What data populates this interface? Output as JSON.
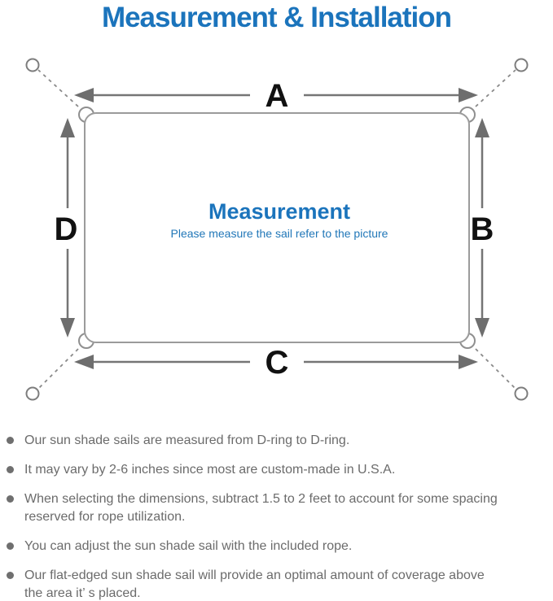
{
  "title": "Measurement & Installation",
  "colors": {
    "accent_blue": "#1B74BC",
    "outline_gray": "#9B9B9B",
    "arrow_gray": "#757575",
    "note_text_gray": "#6B6B6B"
  },
  "diagram": {
    "heading": "Measurement",
    "subheading": "Please measure the sail refer to the picture",
    "labels": {
      "top": "A",
      "right": "B",
      "bottom": "C",
      "left": "D"
    }
  },
  "notes": {
    "items": [
      {
        "text": "Our sun shade sails are measured from D-ring to D-ring."
      },
      {
        "text": "It may vary by 2-6 inches since most are custom-made in U.S.A."
      },
      {
        "text": "When selecting the dimensions, subtract 1.5 to 2 feet to account for some spacing\nreserved for rope utilization."
      },
      {
        "text": "You can adjust the sun shade sail with the included rope."
      },
      {
        "text": "Our flat-edged sun shade sail will provide an optimal amount of coverage above\nthe area it’ s placed."
      }
    ]
  }
}
